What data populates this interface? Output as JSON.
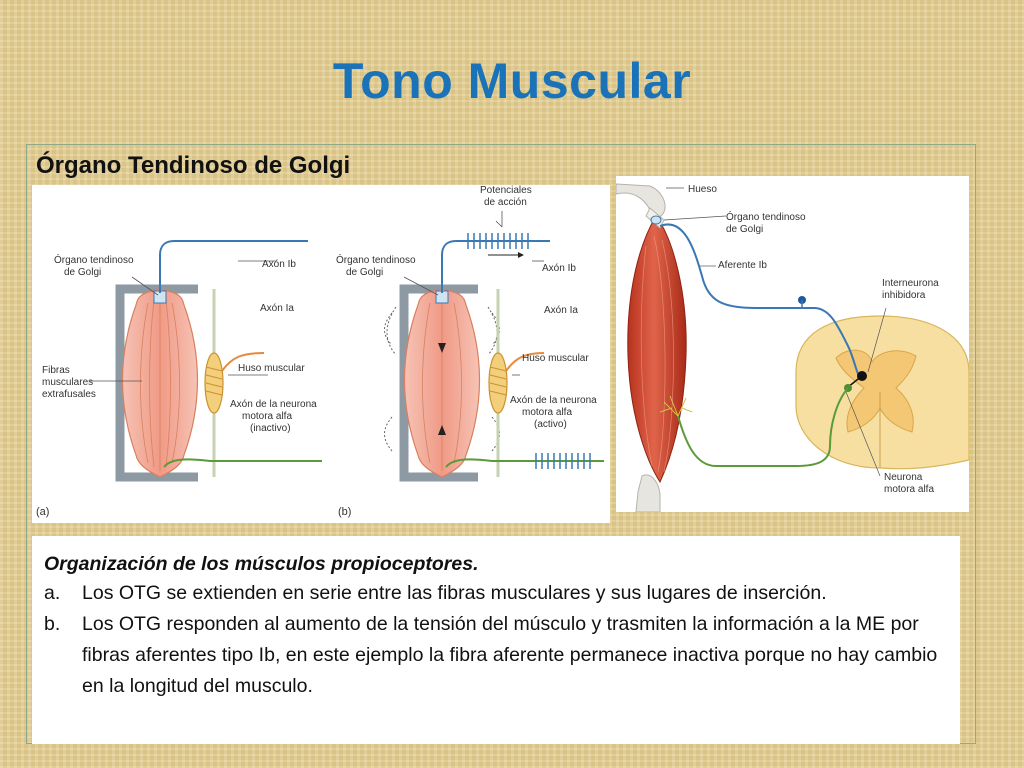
{
  "slide": {
    "title": "Tono Muscular",
    "subtitle": "Órgano Tendinoso de Golgi"
  },
  "figure_left": {
    "panel_a": {
      "letter": "(a)",
      "label_organo_line1": "Órgano tendinoso",
      "label_organo_line2": "de Golgi",
      "label_axon_ib": "Axón Ib",
      "label_axon_ia": "Axón Ia",
      "label_huso": "Huso muscular",
      "label_fibras_line1": "Fibras",
      "label_fibras_line2": "musculares",
      "label_fibras_line3": "extrafusales",
      "label_neurona_line1": "Axón de la neurona",
      "label_neurona_line2": "motora alfa",
      "label_neurona_line3": "(inactivo)"
    },
    "panel_b": {
      "letter": "(b)",
      "label_potenciales_line1": "Potenciales",
      "label_potenciales_line2": "de acción",
      "label_organo_line1": "Órgano tendinoso",
      "label_organo_line2": "de Golgi",
      "label_axon_ib": "Axón Ib",
      "label_axon_ia": "Axón Ia",
      "label_huso": "Huso muscular",
      "label_neurona_line1": "Axón de la neurona",
      "label_neurona_line2": "motora alfa",
      "label_neurona_line3": "(activo)"
    }
  },
  "figure_right": {
    "label_hueso": "Hueso",
    "label_organo_line1": "Órgano tendinoso",
    "label_organo_line2": "de Golgi",
    "label_aferente": "Aferente Ib",
    "label_interneurona_line1": "Interneurona",
    "label_interneurona_line2": "inhibidora",
    "label_neurona_line1": "Neurona",
    "label_neurona_line2": "motora alfa"
  },
  "textbox": {
    "heading": "Organización de los músculos propioceptores.",
    "items": [
      {
        "marker": "a.",
        "text": "Los OTG se extienden en serie entre las fibras musculares y sus lugares de inserción."
      },
      {
        "marker": "b.",
        "text": "Los OTG responden al aumento de la tensión del músculo y trasmiten la información a la ME por fibras aferentes tipo Ib, en este ejemplo la fibra aferente permanece inactiva porque no hay cambio en la longitud del musculo."
      }
    ]
  },
  "colors": {
    "title_blue": "#1a73b8",
    "axon_blue": "#3a78b5",
    "axon_orange": "#e8893a",
    "axon_green": "#5a9a3a",
    "muscle_pink": "#f4b3a3",
    "muscle_red": "#d9533c",
    "spinal_yellow": "#f6dfa0",
    "frame_gray": "#8e9aa3"
  }
}
